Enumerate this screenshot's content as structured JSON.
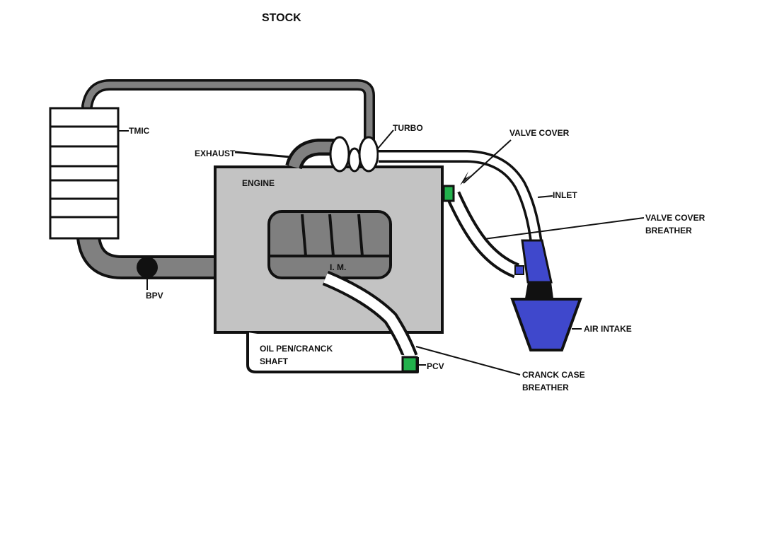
{
  "diagram": {
    "title": "STOCK",
    "labels": {
      "tmic": "TMIC",
      "turbo": "TURBO",
      "exhaust": "EXHAUST",
      "engine": "ENGINE",
      "valve_cover": "VALVE COVER",
      "inlet": "INLET",
      "valve_cover_breather_line1": "VALVE COVER",
      "valve_cover_breather_line2": "BREATHER",
      "intake_manifold": "I. M.",
      "bpv": "BPV",
      "air_intake": "AIR INTAKE",
      "oil_pan_line1": "OIL PEN/CRANCK",
      "oil_pan_line2": "SHAFT",
      "pcv": "PCV",
      "crankcase_breather_line1": "CRANCK CASE",
      "crankcase_breather_line2": "BREATHER"
    },
    "colors": {
      "outline": "#111111",
      "engine_fill": "#c3c3c3",
      "manifold_fill": "#7f7f7f",
      "pipe_fill": "#808080",
      "hose_fill": "#ffffff",
      "valve_green": "#22b14c",
      "intake_blue": "#3f48cc"
    }
  }
}
